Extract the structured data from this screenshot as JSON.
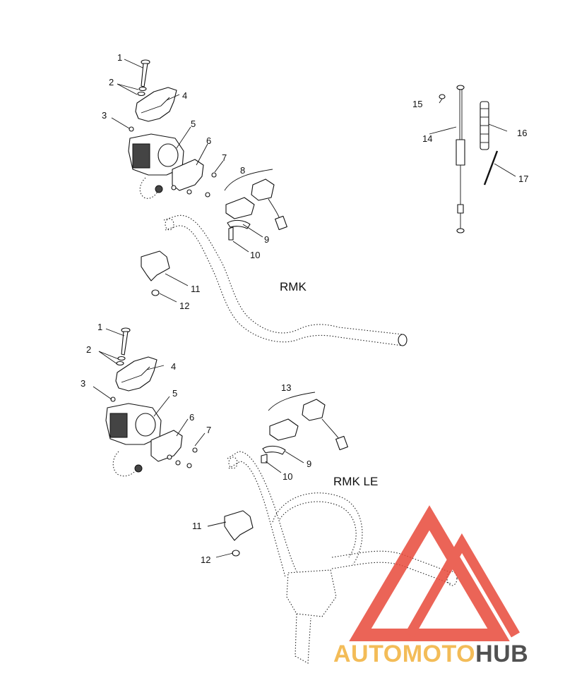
{
  "sections": {
    "upper": "RMK",
    "lower": "RMK LE"
  },
  "callouts_upper": [
    "1",
    "2",
    "3",
    "4",
    "5",
    "6",
    "7",
    "8",
    "9",
    "10",
    "11",
    "12"
  ],
  "callouts_cable": [
    "14",
    "15",
    "16",
    "17"
  ],
  "callouts_lower": [
    "1",
    "2",
    "3",
    "4",
    "5",
    "6",
    "7",
    "13",
    "9",
    "10",
    "11",
    "12"
  ],
  "watermark": {
    "text_a": "AUTOMOTO",
    "text_b": "HUB",
    "color_logo": "#e84a3a",
    "color_a": "#f2b13b",
    "color_b": "#333333"
  }
}
